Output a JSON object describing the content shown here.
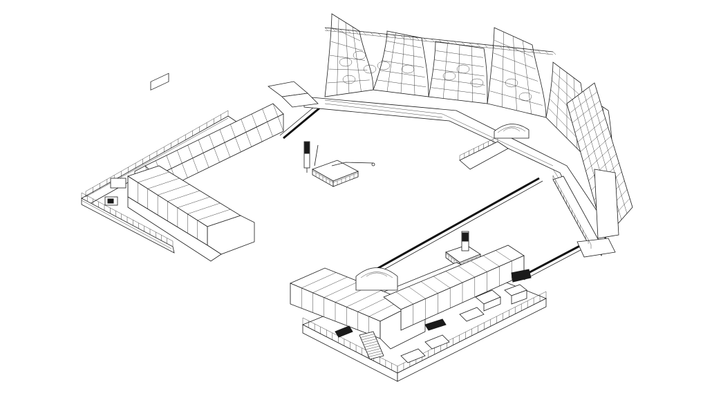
{
  "scene": {
    "components": [
      {
        "id": "west-tent-complex"
      },
      {
        "id": "south-tent-complex"
      },
      {
        "id": "main-stage-structure"
      },
      {
        "id": "center-tower"
      },
      {
        "id": "south-tower"
      },
      {
        "id": "bridge-nw"
      },
      {
        "id": "bridge-sw"
      },
      {
        "id": "bridge-se"
      }
    ],
    "colors": {
      "line": "#1a1a1a",
      "background": "#ffffff"
    }
  }
}
